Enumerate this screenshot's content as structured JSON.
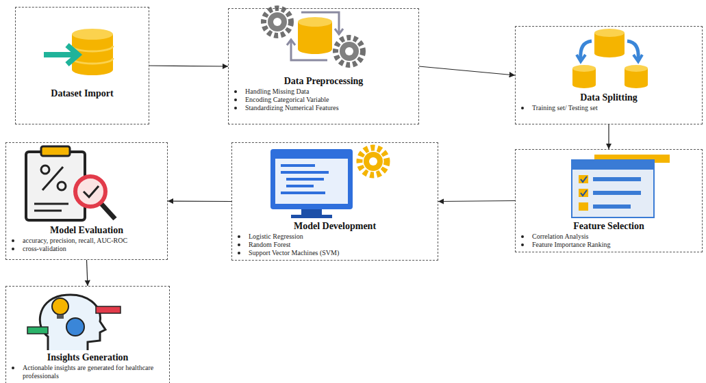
{
  "diagram": {
    "nodes": [
      {
        "text": [
          "Dataset Import"
        ]
      },
      {
        "text": [
          "Data Preprocessing",
          "Handling Missing Data",
          "Encoding Categorical Variable",
          "Standardizing Numerical Features"
        ]
      },
      {
        "text": [
          "Data Splitting",
          "Training set/ Testing set"
        ]
      },
      {
        "text": [
          "Feature Selection",
          "Correlation Analysis",
          "Feature Importance Ranking"
        ]
      },
      {
        "text": [
          "Model Development",
          "Logistic Regression",
          "Random Forest",
          "Support Vector Machines (SVM)"
        ]
      },
      {
        "text": [
          "Model Evaluation",
          "accuracy, precision, recall, AUC-ROC",
          "cross-validation"
        ]
      },
      {
        "text": [
          "Insights Generation",
          "Actionable insights are generated for healthcare professionals"
        ]
      }
    ],
    "edges": [
      {
        "from": 0,
        "to": 1,
        "arrow": "to"
      },
      {
        "from": 1,
        "to": 2,
        "arrow": "to"
      },
      {
        "from": 2,
        "to": 3,
        "arrow": "to"
      },
      {
        "from": 3,
        "to": 4,
        "arrow": "to"
      },
      {
        "from": 4,
        "to": 5,
        "arrow": "to"
      },
      {
        "from": 5,
        "to": 6,
        "arrow": "to"
      }
    ]
  }
}
